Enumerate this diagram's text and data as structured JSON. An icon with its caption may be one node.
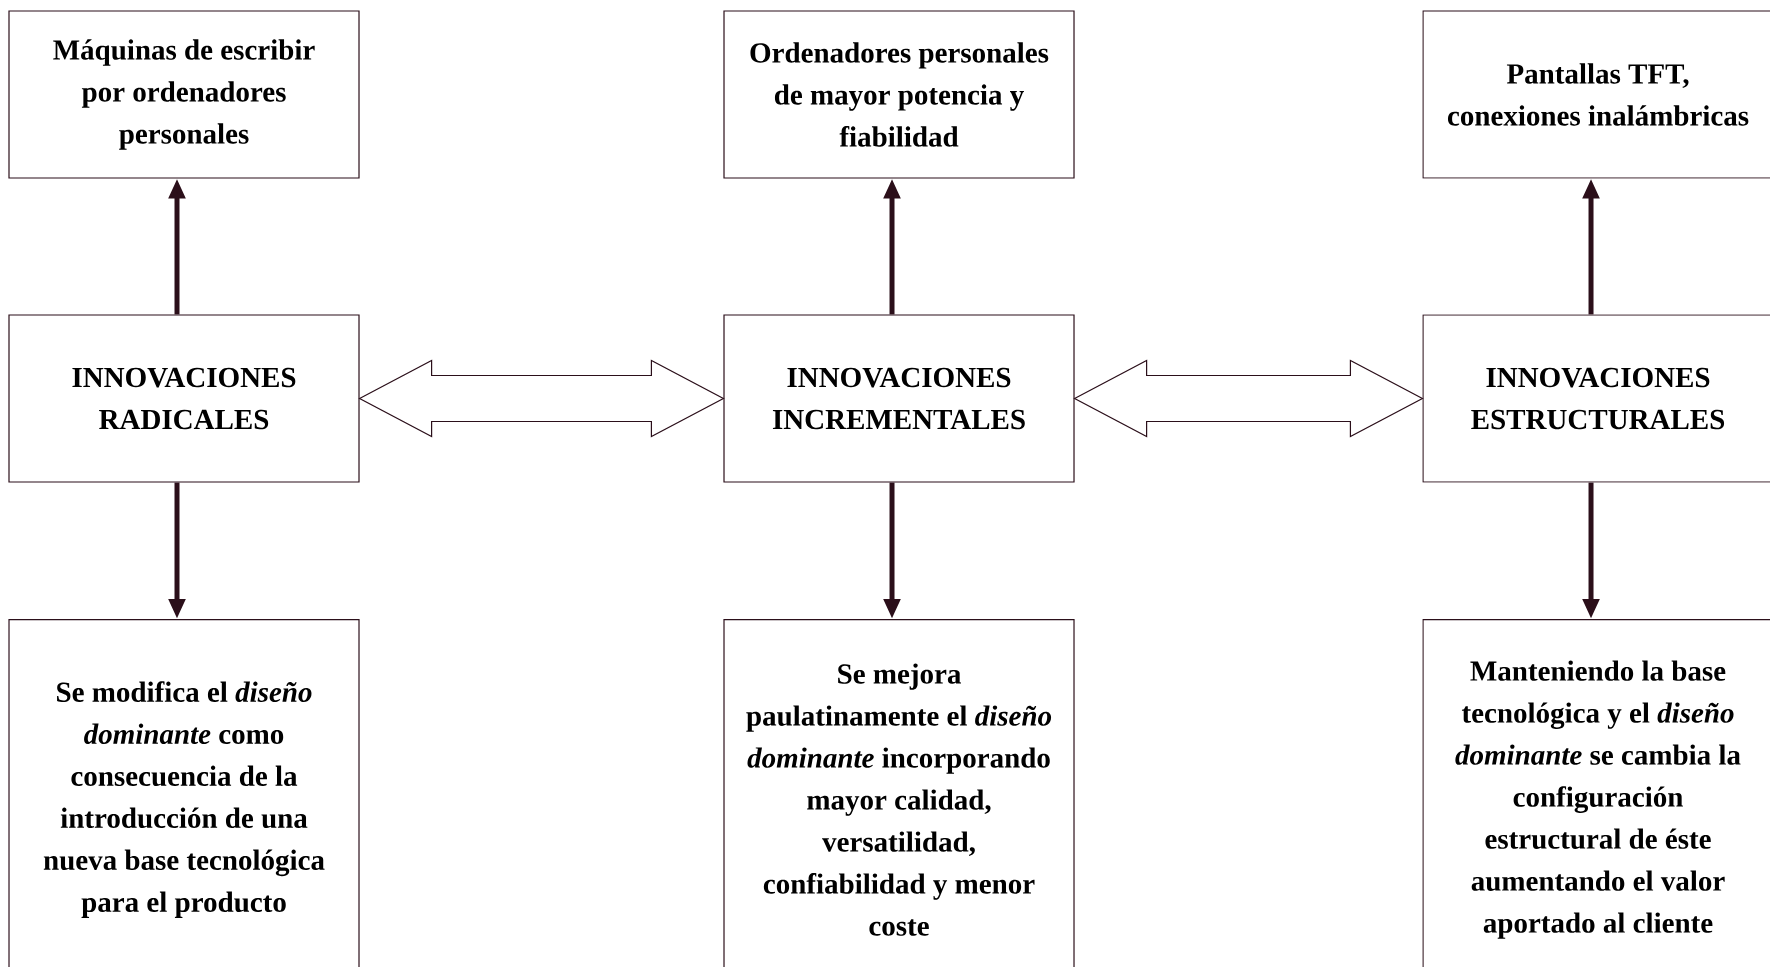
{
  "diagram": {
    "nodes": [
      {
        "text": [
          "Máquinas de escribir por ordenadores personales"
        ]
      },
      {
        "text": [
          "Ordenadores personales de mayor potencia y fiabilidad"
        ]
      },
      {
        "text": [
          "Pantallas TFT, conexiones inalámbricas"
        ]
      },
      {
        "text": [
          "INNOVACIONES RADICALES"
        ]
      },
      {
        "text": [
          "INNOVACIONES INCREMENTALES"
        ]
      },
      {
        "text": [
          "INNOVACIONES ESTRUCTURALES"
        ]
      },
      {
        "text": [
          "Se modifica el *diseño dominante* como consecuencia de la introducción de una nueva base tecnológica para el producto"
        ]
      },
      {
        "text": [
          "Se mejora paulatinamente el *diseño dominante* incorporando mayor calidad, versatilidad, confiabilidad y menor coste"
        ]
      },
      {
        "text": [
          "Manteniendo la base tecnológica y el *diseño dominante* se cambia la configuración estructural de éste aumentando el valor aportado al cliente"
        ]
      }
    ],
    "edges": [
      {
        "from": 3,
        "to": 0,
        "arrow": "to"
      },
      {
        "from": 4,
        "to": 1,
        "arrow": "to"
      },
      {
        "from": 5,
        "to": 2,
        "arrow": "to"
      },
      {
        "from": 3,
        "to": 6,
        "arrow": "to"
      },
      {
        "from": 4,
        "to": 7,
        "arrow": "to"
      },
      {
        "from": 5,
        "to": 8,
        "arrow": "to"
      },
      {
        "from": 3,
        "to": 4,
        "arrow": "both"
      },
      {
        "from": 4,
        "to": 5,
        "arrow": "both"
      }
    ]
  }
}
